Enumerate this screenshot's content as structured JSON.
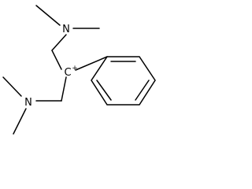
{
  "molecule": {
    "atoms": {
      "nitrogen_top": "N",
      "nitrogen_bottom": "N",
      "carbocation": "C",
      "charge": "+"
    },
    "colors": {
      "bond": "#000000",
      "label": "#000000",
      "background": "#ffffff"
    }
  }
}
